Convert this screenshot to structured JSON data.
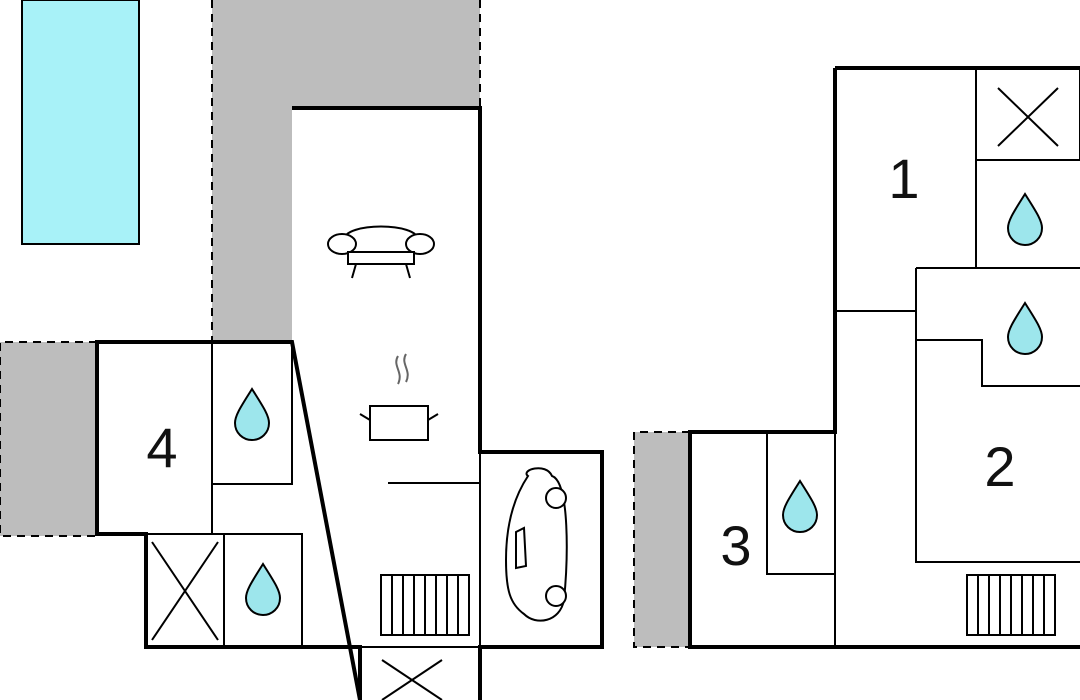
{
  "floorplan": {
    "colors": {
      "pool": "#a8f2f8",
      "terrace": "#bdbdbd",
      "water_drop": "#9de6ec",
      "wall": "#000000",
      "background": "#ffffff"
    },
    "rooms": [
      {
        "id": "room-1",
        "label": "1"
      },
      {
        "id": "room-2",
        "label": "2"
      },
      {
        "id": "room-3",
        "label": "3"
      },
      {
        "id": "room-4",
        "label": "4"
      }
    ],
    "icons": {
      "bath": "water-drop-icon",
      "wc": "cross-icon",
      "living": "sofa-icon",
      "kitchen": "cooking-pot-icon",
      "garage": "car-icon",
      "stairs": "stairs-icon"
    }
  }
}
